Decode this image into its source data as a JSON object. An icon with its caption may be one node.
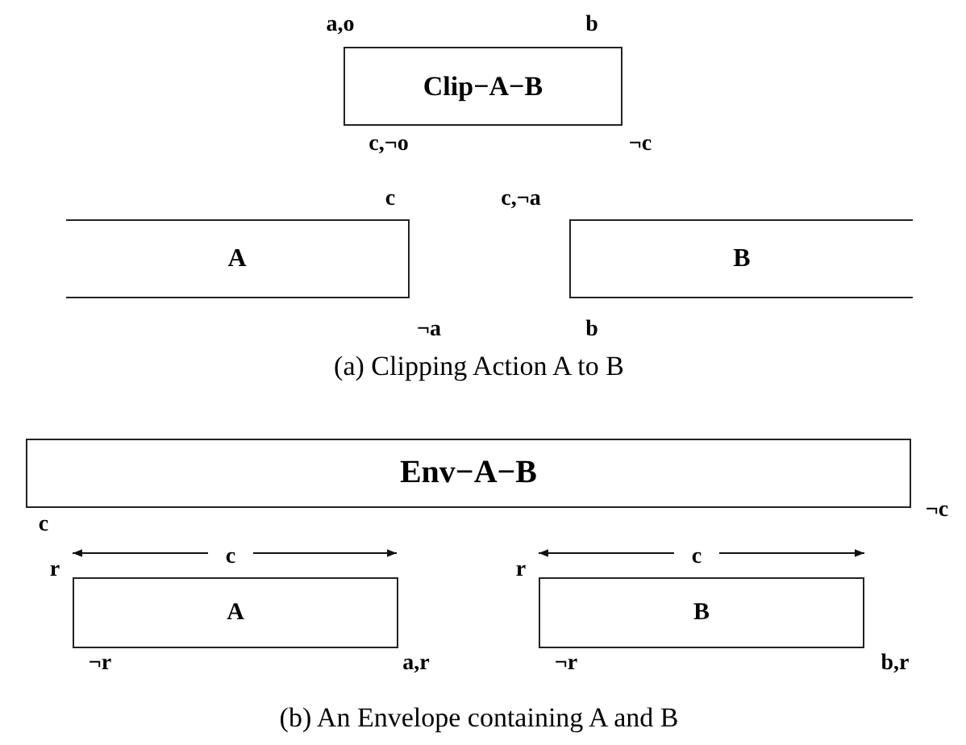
{
  "diagram": {
    "nodes": [
      {
        "text": [
          "Clip−A−B"
        ],
        "beside": [
          "a,o",
          "b",
          "c,¬o",
          "¬c"
        ]
      },
      {
        "text": [
          "A"
        ],
        "beside": [
          "c",
          "¬a"
        ]
      },
      {
        "text": [
          "B"
        ],
        "beside": [
          "c,¬a",
          "b"
        ]
      },
      {
        "text": [
          "Env−A−B"
        ],
        "beside": [
          "c",
          "¬c"
        ]
      },
      {
        "text": [
          "A"
        ],
        "beside": [
          "r",
          "¬r",
          "a,r"
        ]
      },
      {
        "text": [
          "B"
        ],
        "beside": [
          "r",
          "¬r",
          "b,r"
        ]
      }
    ],
    "edges": [],
    "labels": [
      "(a) Clipping Action A to B",
      "c",
      "c",
      "(b) An Envelope containing A and B"
    ]
  }
}
